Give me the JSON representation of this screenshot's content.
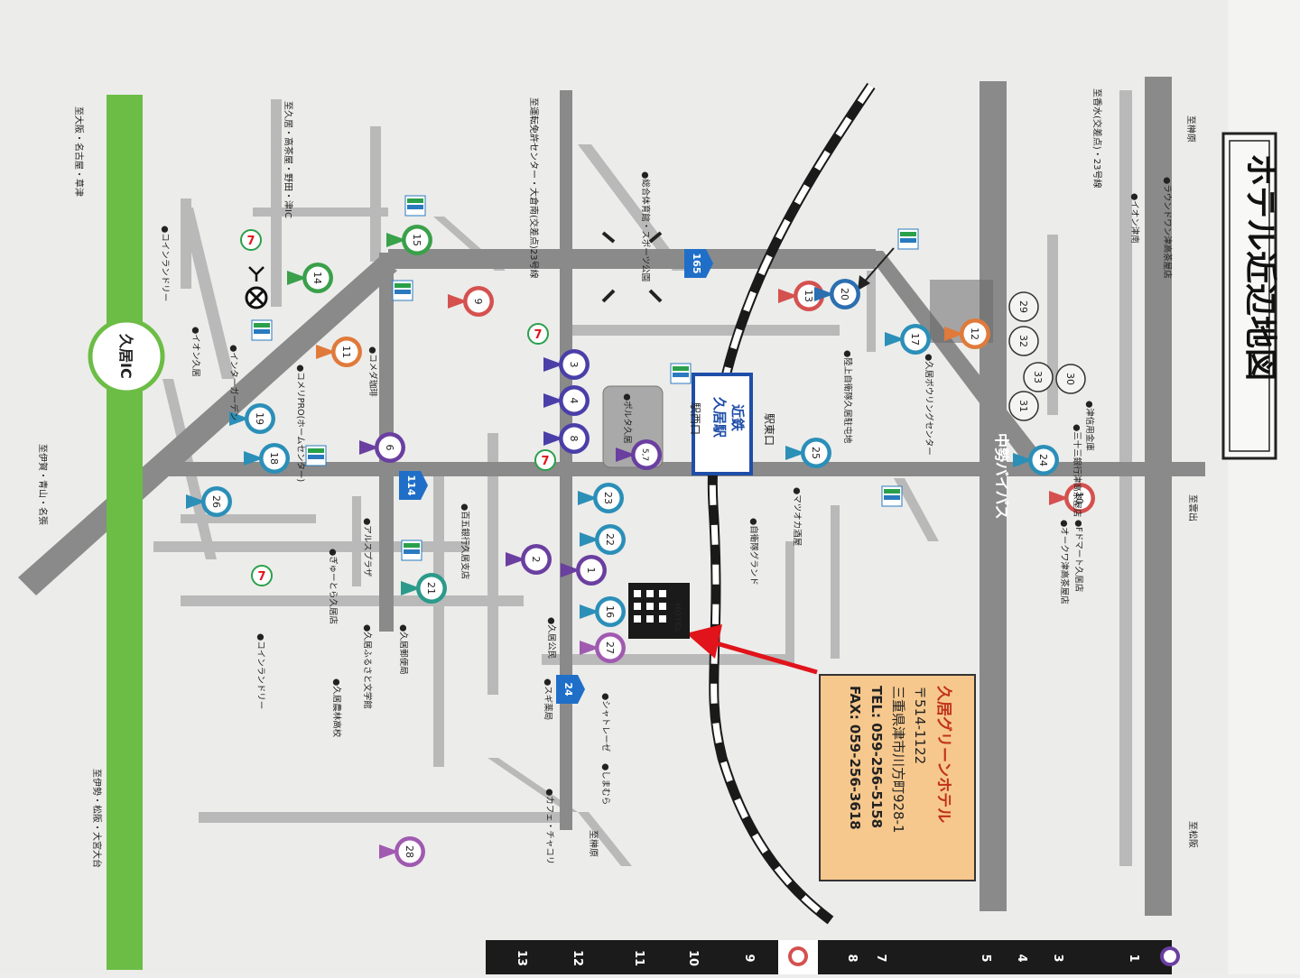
{
  "title": "ホテル近辺地図",
  "hotel": {
    "name": "久居グリーンホテル",
    "postal": "〒514-1122",
    "address": "三重県津市川方町928-1",
    "tel": "TEL: 059-256-5158",
    "fax": "FAX: 059-256-3618",
    "icon_label": "HOTEL"
  },
  "station": {
    "name_line1": "近鉄",
    "name_line2": "久居駅",
    "east_exit": "駅東口",
    "west_exit": "駅西口"
  },
  "interchange": {
    "label": "久居IC"
  },
  "route_shields": [
    {
      "label": "165"
    },
    {
      "label": "114"
    },
    {
      "label": "24"
    }
  ],
  "directions": [
    {
      "label": "至雲出"
    },
    {
      "label": "至松阪"
    },
    {
      "label": "至大阪・名古屋・草津"
    },
    {
      "label": "至伊賀・青山・名張"
    },
    {
      "label": "至伊勢・松阪・大宮大台"
    },
    {
      "label": "至久居・高茶屋・野田・津IC"
    },
    {
      "label": "至運転免許センター・大倉南(交差点)23号線"
    },
    {
      "label": "至香水(交差点)・23号線"
    },
    {
      "label": "至榊原"
    },
    {
      "label": "至榊原"
    }
  ],
  "road_labels": [
    {
      "label": "中勢バイパス"
    }
  ],
  "markers": [
    {
      "num": "1",
      "color": "#6a3fa0"
    },
    {
      "num": "2",
      "color": "#6a3fa0"
    },
    {
      "num": "3",
      "color": "#4a3fa8"
    },
    {
      "num": "4",
      "color": "#4a3fa8"
    },
    {
      "num": "5,7",
      "color": "#6a3fa0"
    },
    {
      "num": "6",
      "color": "#6a3fa0"
    },
    {
      "num": "8",
      "color": "#4a3fa8"
    },
    {
      "num": "9",
      "color": "#d4514f"
    },
    {
      "num": "10",
      "color": "#d4514f"
    },
    {
      "num": "11",
      "color": "#e07a3a"
    },
    {
      "num": "12",
      "color": "#e07a3a"
    },
    {
      "num": "13",
      "color": "#d4514f"
    },
    {
      "num": "14",
      "color": "#3aa04a"
    },
    {
      "num": "15",
      "color": "#3aa04a"
    },
    {
      "num": "16",
      "color": "#2b8fb8"
    },
    {
      "num": "17",
      "color": "#2b8fb8"
    },
    {
      "num": "18",
      "color": "#2b8fb8"
    },
    {
      "num": "19",
      "color": "#2b8fb8"
    },
    {
      "num": "20",
      "color": "#2b6fb0"
    },
    {
      "num": "21",
      "color": "#2b9a8a"
    },
    {
      "num": "22",
      "color": "#2b8fb8"
    },
    {
      "num": "23",
      "color": "#2b8fb8"
    },
    {
      "num": "24",
      "color": "#2b8fb8"
    },
    {
      "num": "25",
      "color": "#2b8fb8"
    },
    {
      "num": "26",
      "color": "#2b8fb8"
    },
    {
      "num": "27",
      "color": "#a05ab0"
    },
    {
      "num": "28",
      "color": "#a05ab0"
    }
  ],
  "number_circles": [
    {
      "num": "29"
    },
    {
      "num": "30"
    },
    {
      "num": "31"
    },
    {
      "num": "32"
    },
    {
      "num": "33"
    }
  ],
  "places": [
    {
      "label": "●ラウンドワン津高茶屋店"
    },
    {
      "label": "●イオン津南"
    },
    {
      "label": "●津信用金庫"
    },
    {
      "label": "●三十三銀行津高茶屋店"
    },
    {
      "label": "●Fドマート久居店"
    },
    {
      "label": "●オークワ津高茶屋店"
    },
    {
      "label": "●久居ボウリングセンター"
    },
    {
      "label": "●陸上自衛隊久居駐屯地"
    },
    {
      "label": "●マツオカ酒屋"
    },
    {
      "label": "●自衛隊グランド"
    },
    {
      "label": "●総合体育館・スポーツ公園"
    },
    {
      "label": "●ポルタ久居"
    },
    {
      "label": "●百五銀行久居支店"
    },
    {
      "label": "●久居公民"
    },
    {
      "label": "●スギ薬局"
    },
    {
      "label": "●シャトレーゼ"
    },
    {
      "label": "●しまむら"
    },
    {
      "label": "●カフェ・チャコリ"
    },
    {
      "label": "●コメダ珈琲"
    },
    {
      "label": "●コメリPRO(ホームセンター)"
    },
    {
      "label": "●アルスプラザ"
    },
    {
      "label": "●ぎゅーとら久居店"
    },
    {
      "label": "●久居郵便局"
    },
    {
      "label": "●久居ふるさと文学館"
    },
    {
      "label": "●久居農林高校"
    },
    {
      "label": "●コインランドリー"
    },
    {
      "label": "●コインランドリー"
    },
    {
      "label": "●イオン久居"
    },
    {
      "label": "●インターガーデン"
    }
  ],
  "side_numbers": [
    {
      "num": "1"
    },
    {
      "num": "3"
    },
    {
      "num": "4"
    },
    {
      "num": "5"
    },
    {
      "num": "7"
    },
    {
      "num": "8"
    },
    {
      "num": "9"
    },
    {
      "num": "10"
    },
    {
      "num": "11"
    },
    {
      "num": "12"
    },
    {
      "num": "13"
    }
  ]
}
